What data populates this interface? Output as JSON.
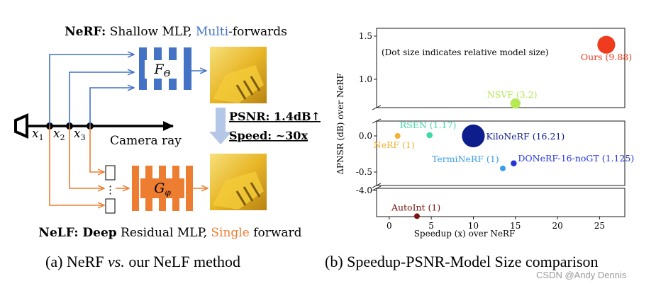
{
  "left_panel": {
    "title": {
      "bold": "NeRF:",
      "pre": " Shallow MLP, ",
      "accent": "Multi",
      "post": "-forwards"
    },
    "bottom": {
      "bold1": "NeLF:",
      "bold2": " Deep",
      "pre": " Residual MLP, ",
      "accent": "Single",
      "post": " forward"
    },
    "mlp_label_top": "F",
    "mlp_label_top_sub": "Θ",
    "mlp_label_bottom": "G",
    "mlp_label_bottom_sub": "φ",
    "points": [
      "x",
      "x",
      "x"
    ],
    "point_subs": [
      "1",
      "2",
      "3"
    ],
    "ray_label": "Camera ray",
    "psnr": "PSNR: 1.4dB↑",
    "speed": "Speed: ~30x",
    "vdots": "⋮",
    "colors": {
      "blue": "#4472c4",
      "orange": "#ed7d31",
      "arrow": "#b4c7e7"
    }
  },
  "chart_data": {
    "type": "scatter",
    "xlabel": "Speedup (x) over NeRF",
    "ylabel": "ΔPNSR (dB) over NeRF",
    "note": "(Dot size indicates relative model size)",
    "x_ticks": [
      "0",
      "5",
      "10",
      "15",
      "20",
      "25"
    ],
    "xlim": [
      -1.5,
      28
    ],
    "y_ticks_upper": [
      "1.0",
      "1.5"
    ],
    "y_ticks_middle": [
      "-0.5",
      "0.0"
    ],
    "y_ticks_lower": [
      "-4.0"
    ],
    "points": [
      {
        "label": "Ours (9.88)",
        "x": 25.8,
        "y": 1.4,
        "size": 9.88,
        "color": "#f03c1e"
      },
      {
        "label": "NSVF (3.2)",
        "x": 15.0,
        "y": 0.72,
        "size": 3.2,
        "color": "#b5e853"
      },
      {
        "label": "RSEN (1.17)",
        "x": 4.8,
        "y": 0.01,
        "size": 1.17,
        "color": "#3fd9a4"
      },
      {
        "label": "KiloNeRF (16.21)",
        "x": 10.0,
        "y": 0.0,
        "size": 16.21,
        "color": "#0d1d8c"
      },
      {
        "label": "NeRF (1)",
        "x": 1.0,
        "y": 0.0,
        "size": 1,
        "color": "#f2b233"
      },
      {
        "label": "TermiNeRF (1)",
        "x": 13.5,
        "y": -0.45,
        "size": 1,
        "color": "#3b9de8"
      },
      {
        "label": "DONeRF-16-noGT (1.125)",
        "x": 14.8,
        "y": -0.38,
        "size": 1.125,
        "color": "#2436d8"
      },
      {
        "label": "AutoInt (1)",
        "x": 3.3,
        "y": -4.35,
        "size": 1,
        "color": "#7a1412"
      }
    ]
  },
  "captions": {
    "a_pre": "(a) NeRF ",
    "a_em": "vs.",
    "a_post": " our NeLF method",
    "b": "(b) Speedup-PSNR-Model Size comparison"
  },
  "watermark": "CSDN @Andy Dennis"
}
